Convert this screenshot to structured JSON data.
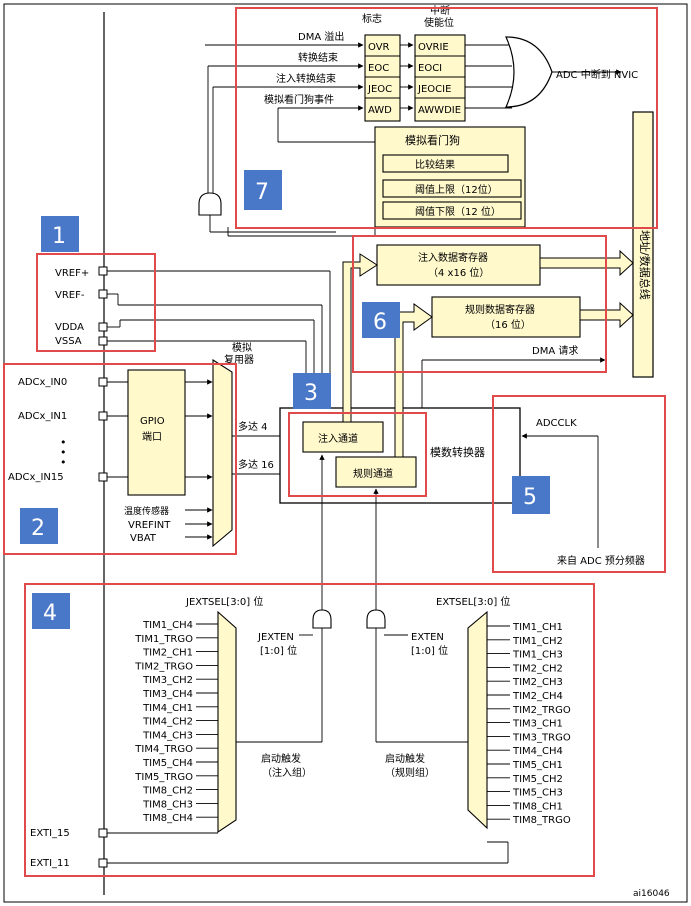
{
  "figure_id": "ai16046",
  "sections": {
    "1": "1",
    "2": "2",
    "3": "3",
    "4": "4",
    "5": "5",
    "6": "6",
    "7": "7"
  },
  "section7": {
    "flag_header": "标志",
    "int_header_1": "中断",
    "int_header_2": "使能位",
    "flags": [
      "OVR",
      "EOC",
      "JEOC",
      "AWD"
    ],
    "enables": [
      "OVRIE",
      "EOCI",
      "JEOCIE",
      "AWWDIE"
    ],
    "signals": [
      "DMA 溢出",
      "转换结束",
      "注入转换结束",
      "模拟看门狗事件"
    ],
    "irq_label": "ADC 中断到 NVIC",
    "awd_title": "模拟看门狗",
    "awd_items": [
      "比较结果",
      "阈值上限（12位）",
      "阈值下限（12 位）"
    ]
  },
  "bus": {
    "label": "地址/数据总线"
  },
  "pins_ref": [
    "VREF+",
    "VREF-",
    "VDDA",
    "VSSA"
  ],
  "inputs": [
    "ADCx_IN0",
    "ADCx_IN1",
    "ADCx_IN15"
  ],
  "inputs_dots": "•",
  "gpio": {
    "label": "GPIO",
    "sub": "端口"
  },
  "mux": {
    "label_1": "模拟",
    "label_2": "复用器",
    "out_inj": "多达 4",
    "out_reg": "多达 16"
  },
  "internal_inputs": [
    "温度传感器",
    "VREFINT",
    "VBAT"
  ],
  "adc": {
    "label": "模数转换器",
    "injected": "注入通道",
    "regular": "规则通道"
  },
  "registers": [
    {
      "name": "注入数据寄存器",
      "size": "（4 x16 位）"
    },
    {
      "name": "规则数据寄存器",
      "size": "（16 位）"
    }
  ],
  "registers_dma": "DMA 请求",
  "clock": {
    "label": "ADCCLK",
    "source": "来自 ADC 预分频器"
  },
  "triggers": {
    "jextsel": "JEXTSEL[3:0] 位",
    "extsel": "EXTSEL[3:0] 位",
    "jexten_1": "JEXTEN",
    "jexten_2": "[1:0] 位",
    "exten_1": "EXTEN",
    "exten_2": "[1:0] 位",
    "inj_caption_1": "启动触发",
    "inj_caption_2": "（注入组）",
    "reg_caption_1": "启动触发",
    "reg_caption_2": "（规则组）",
    "exti": [
      "EXTI_15",
      "EXTI_11"
    ],
    "injected_sources": [
      "TIM1_CH4",
      "TIM1_TRGO",
      "TIM2_CH1",
      "TIM2_TRGO",
      "TIM3_CH2",
      "TIM3_CH4",
      "TIM4_CH1",
      "TIM4_CH2",
      "TIM4_CH3",
      "TIM4_TRGO",
      "TIM5_CH4",
      "TIM5_TRGO",
      "TIM8_CH2",
      "TIM8_CH3",
      "TIM8_CH4"
    ],
    "regular_sources": [
      "TIM1_CH1",
      "TIM1_CH2",
      "TIM1_CH3",
      "TIM2_CH2",
      "TIM2_CH3",
      "TIM2_CH4",
      "TIM2_TRGO",
      "TIM3_CH1",
      "TIM3_TRGO",
      "TIM4_CH4",
      "TIM5_CH1",
      "TIM5_CH2",
      "TIM5_CH3",
      "TIM8_CH1",
      "TIM8_TRGO"
    ]
  }
}
